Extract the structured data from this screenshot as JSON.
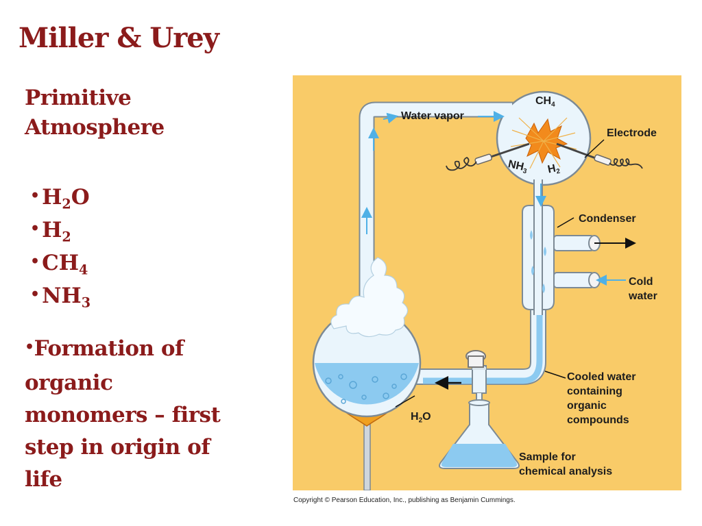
{
  "title": "Miller & Urey",
  "heading": {
    "line1": "Primitive",
    "line2": "Atmosphere"
  },
  "gases": [
    {
      "base": "H",
      "sub": "2",
      "tail": "O"
    },
    {
      "base": "H",
      "sub": "2",
      "tail": ""
    },
    {
      "base": "CH",
      "sub": "4",
      "tail": ""
    },
    {
      "base": "NH",
      "sub": "3",
      "tail": ""
    }
  ],
  "bullet_symbol": "•",
  "formation": "Formation of organic monomers – first step in origin of life",
  "figure": {
    "labels": {
      "water_vapor": "Water vapor",
      "electrode": "Electrode",
      "condenser": "Condenser",
      "cold_water_1": "Cold",
      "cold_water_2": "water",
      "cooled_1": "Cooled water",
      "cooled_2": "containing",
      "cooled_3": "organic",
      "cooled_4": "compounds",
      "sample_1": "Sample for",
      "sample_2": "chemical analysis"
    },
    "chem": {
      "ch4": {
        "base": "CH",
        "sub": "4"
      },
      "nh3": {
        "base": "NH",
        "sub": "3"
      },
      "h2": {
        "base": "H",
        "sub": "2"
      },
      "h2o": {
        "base": "H",
        "sub": "2",
        "tail": "O"
      }
    },
    "colors": {
      "background": "#f9cb68",
      "glass": "#e8f4fc",
      "water": "#8ccaf0",
      "flow_arrow": "#4fb0e6",
      "spark": "#f28a1c",
      "flame": "#f0a020"
    }
  },
  "copyright": "Copyright © Pearson Education, Inc., publishing as Benjamin Cummings."
}
